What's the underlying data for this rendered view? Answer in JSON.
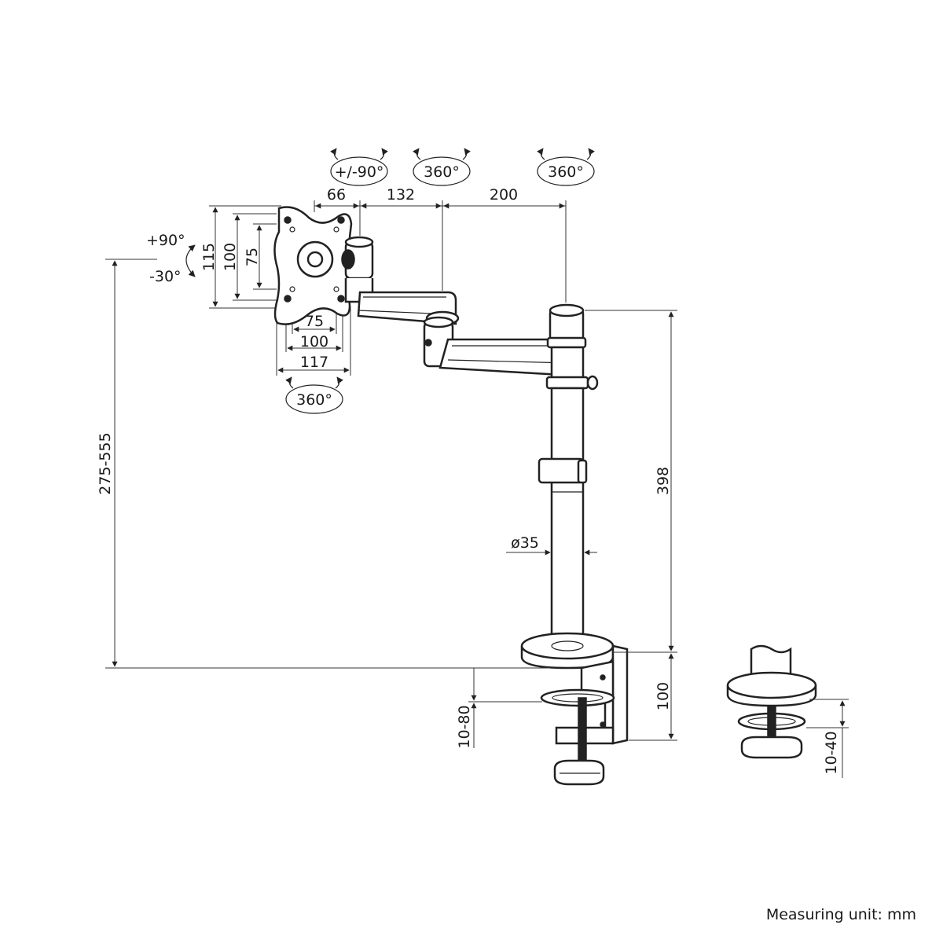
{
  "rotations": {
    "tilt_head": "+/-90°",
    "swivel_mid": "360°",
    "swivel_pole": "360°",
    "rotate_plate": "360°",
    "tilt_up": "+90°",
    "tilt_down": "-30°"
  },
  "dimensions": {
    "arm_66": "66",
    "arm_132": "132",
    "arm_200": "200",
    "vesa_h_115": "115",
    "vesa_h_100": "100",
    "vesa_h_75": "75",
    "vesa_w_75": "75",
    "vesa_w_100": "100",
    "vesa_w_117": "117",
    "height_range": "275-555",
    "pole_height": "398",
    "pole_diameter": "ø35",
    "clamp_height": "100",
    "desk_thickness_clamp": "10-80",
    "desk_thickness_grommet": "10-40"
  },
  "footer": {
    "unit_note": "Measuring unit: mm"
  }
}
